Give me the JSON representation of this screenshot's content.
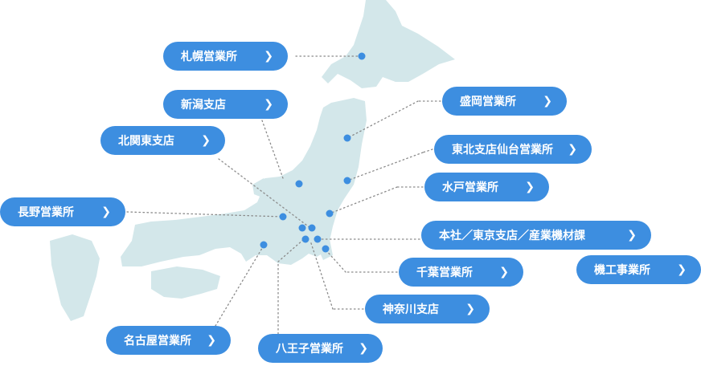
{
  "colors": {
    "map_fill": "#d3e7ea",
    "button_bg": "#3d8ee0",
    "button_text": "#ffffff",
    "marker": "#3d8ee0",
    "leader_line": "#8a8a8a"
  },
  "chevron_icon": "chevron-right-icon",
  "offices": [
    {
      "id": "sapporo",
      "label": "札幌営業所"
    },
    {
      "id": "niigata",
      "label": "新潟支店"
    },
    {
      "id": "morioka",
      "label": "盛岡営業所"
    },
    {
      "id": "kitakanto",
      "label": "北関東支店"
    },
    {
      "id": "tohoku",
      "label": "東北支店仙台営業所"
    },
    {
      "id": "mito",
      "label": "水戸営業所"
    },
    {
      "id": "nagano",
      "label": "長野営業所"
    },
    {
      "id": "honsha",
      "label": "本社／東京支店／産業機材課"
    },
    {
      "id": "kiko",
      "label": "機工事業所"
    },
    {
      "id": "chiba",
      "label": "千葉営業所"
    },
    {
      "id": "kanagawa",
      "label": "神奈川支店"
    },
    {
      "id": "nagoya",
      "label": "名古屋営業所"
    },
    {
      "id": "hachioji",
      "label": "八王子営業所"
    }
  ]
}
